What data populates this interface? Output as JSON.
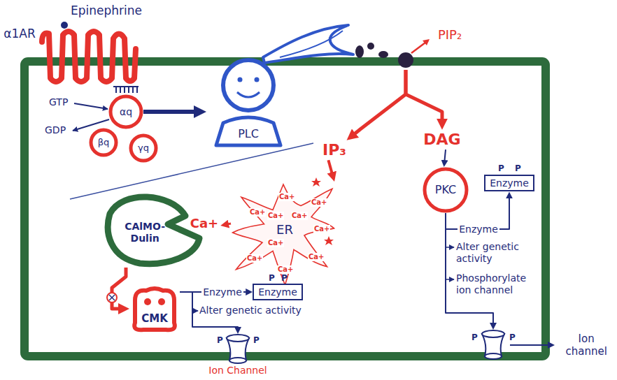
{
  "diagram": {
    "nodes": [
      {
        "text": [
          "Epinephrine"
        ]
      },
      {
        "text": [
          "α1AR"
        ]
      },
      {
        "text": [
          "αq"
        ]
      },
      {
        "text": [
          "βq"
        ]
      },
      {
        "text": [
          "γq"
        ]
      },
      {
        "text": [
          "PLC"
        ]
      },
      {
        "text": [
          "PIP₂"
        ]
      },
      {
        "text": [
          "IP₃"
        ]
      },
      {
        "text": [
          "DAG"
        ]
      },
      {
        "text": [
          "PKC"
        ]
      },
      {
        "text": [
          "Enzyme"
        ]
      },
      {
        "text": [
          "ER"
        ]
      },
      {
        "text": [
          "Ca+"
        ]
      },
      {
        "text": [
          "CAlMO- Dulin"
        ]
      },
      {
        "text": [
          "CMK"
        ]
      },
      {
        "text": [
          "Enzyme"
        ]
      },
      {
        "text": [
          "Ion Channel"
        ]
      },
      {
        "text": [
          "Ion channel"
        ]
      }
    ],
    "edges": [
      {
        "from": 2,
        "to": 5,
        "arrow": "to"
      },
      {
        "from": 6,
        "to": 7,
        "arrow": "to"
      },
      {
        "from": 6,
        "to": 8,
        "arrow": "to"
      },
      {
        "from": 7,
        "to": 11,
        "arrow": "to"
      },
      {
        "from": 11,
        "to": 12,
        "arrow": "to"
      },
      {
        "from": 13,
        "to": 14,
        "arrow": "to"
      },
      {
        "from": 8,
        "to": 9,
        "arrow": "to"
      },
      {
        "from": 9,
        "to": 10,
        "label": "Enzyme",
        "arrow": "to"
      },
      {
        "from": 9,
        "to": 17,
        "arrow": "to"
      },
      {
        "from": 14,
        "to": 15,
        "label": "Enzyme",
        "arrow": "to"
      },
      {
        "from": 14,
        "to": 16,
        "arrow": "to"
      }
    ],
    "labels": [
      "GTP",
      "GDP",
      "Ca+",
      "Ca+",
      "Ca+",
      "Ca+",
      "Ca+",
      "Ca+",
      "Ca+",
      "Ca+",
      "Ca+",
      "Ca+",
      "P",
      "P",
      "Alter genetic activity",
      "Phosphorylate ion channel",
      "Alter genetic activity",
      "P",
      "P",
      "P",
      "P",
      "P",
      "P"
    ]
  }
}
